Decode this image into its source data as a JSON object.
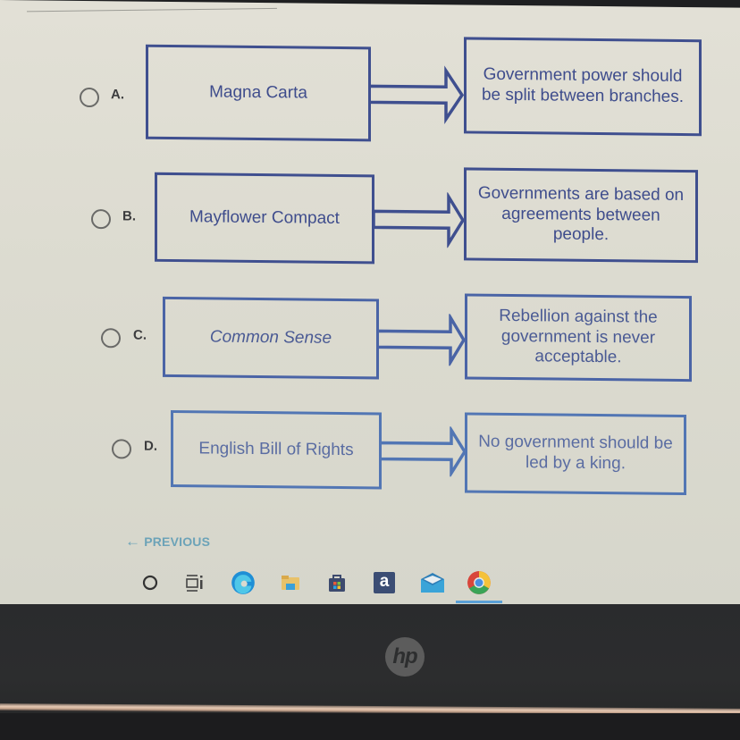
{
  "question": {
    "options": [
      {
        "letter": "A.",
        "left_text": "Magna Carta",
        "right_text": "Government power should be split between branches."
      },
      {
        "letter": "B.",
        "left_text": "Mayflower Compact",
        "right_text": "Governments are based on agreements between people."
      },
      {
        "letter": "C.",
        "left_text": "Common Sense",
        "right_text": "Rebellion against the government is never acceptable."
      },
      {
        "letter": "D.",
        "left_text": "English Bill of Rights",
        "right_text": "No government should be led by a king."
      }
    ]
  },
  "navigation": {
    "previous_label": "PREVIOUS",
    "previous_icon": "arrow-left-icon"
  },
  "taskbar": {
    "icons": [
      "search-icon",
      "task-view-icon",
      "edge-icon",
      "file-explorer-icon",
      "store-icon",
      "amazon-icon",
      "mail-icon",
      "chrome-icon"
    ],
    "active_app": "chrome-icon",
    "amazon_glyph": "a"
  },
  "device": {
    "brand_logo": "hp"
  },
  "colors": {
    "box_border": "#3f4f8f",
    "box_text": "#3e4c8c",
    "previous_link": "#6ca3b8",
    "screen_bg": "#dddcd1",
    "bezel": "#2a2b2d"
  }
}
